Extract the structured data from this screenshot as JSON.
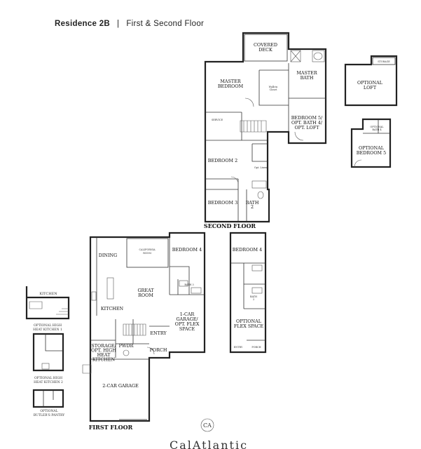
{
  "header": {
    "residence": "Residence 2B",
    "separator": "|",
    "floors": "First & Second Floor"
  },
  "second_floor": {
    "title": "SECOND FLOOR",
    "covered_deck": [
      "COVERED",
      "DECK"
    ],
    "master_bedroom": [
      "MASTER",
      "BEDROOM"
    ],
    "master_bath": [
      "MASTER",
      "BATH"
    ],
    "bedroom5_opt": [
      "BEDROOM 5/",
      "OPT. BATH 4/",
      "OPT. LOFT"
    ],
    "bedroom2": "BEDROOM 2",
    "bedroom3": "BEDROOM 3",
    "bath2": [
      "BATH",
      "2"
    ],
    "service": "SERVICE",
    "walk_in_closet": [
      "Walk-in",
      "Closet"
    ],
    "small_note": "Opt. Linen"
  },
  "optional_loft": [
    "OPTIONAL",
    "LOFT"
  ],
  "loft_storage": "STORAGE",
  "optional_bedroom5": [
    "OPTIONAL",
    "BEDROOM 5"
  ],
  "optional_bath4": [
    "OPTIONAL",
    "BATH 4"
  ],
  "first_floor": {
    "title": "FIRST FLOOR",
    "dining": "DINING",
    "california_room": [
      "CALIFORNIA",
      "ROOM"
    ],
    "bedroom4": "BEDROOM 4",
    "great_room": [
      "GREAT",
      "ROOM"
    ],
    "kitchen": "KITCHEN",
    "bath3": "BATH 3",
    "garage1": [
      "1-CAR",
      "GARAGE/",
      "OPT. FLEX",
      "SPACE"
    ],
    "entry": "ENTRY",
    "porch": "PORCH",
    "storage_opt": [
      "STORAGE/",
      "OPT. HIGH",
      "HEAT",
      "KITCHEN"
    ],
    "pwdr": "PWDR",
    "garage2": "2-CAR GARAGE"
  },
  "flex_option": {
    "bedroom4": "BEDROOM 4",
    "bath3": [
      "BATH",
      "3"
    ],
    "flex_space": [
      "OPTIONAL",
      "FLEX SPACE"
    ],
    "entry": "ENTRY",
    "porch": "PORCH"
  },
  "kitchen_options": {
    "kitchen": "KITCHEN",
    "high_heat_1": [
      "OPTIONAL HIGH",
      "HEAT KITCHEN 1"
    ],
    "high_heat_2": [
      "OPTIONAL HIGH",
      "HEAT KITCHEN 2"
    ],
    "butlers_pantry": [
      "OPTIONAL",
      "BUTLER'S PANTRY"
    ]
  },
  "brand": {
    "logo_letters": "CA",
    "name": "CalAtlantic"
  }
}
